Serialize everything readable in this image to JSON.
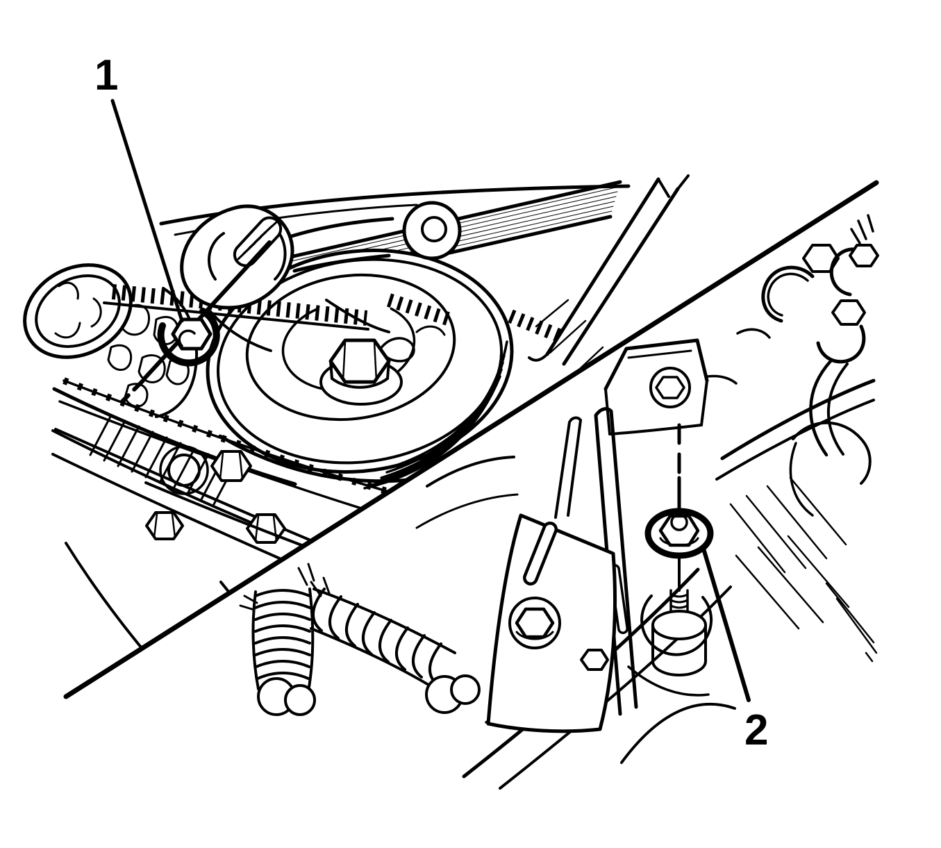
{
  "figure": {
    "kind": "technical-line-illustration",
    "background_color": "#ffffff",
    "line_color": "#000000",
    "views": {
      "left": "crankshaft-pulley-and-drive-belt-area",
      "right": "engine-mount-stud-area"
    },
    "callouts": [
      {
        "number": "1",
        "target": "tensioner-stud-nut"
      },
      {
        "number": "2",
        "target": "engine-mount-stud-nut"
      }
    ]
  }
}
